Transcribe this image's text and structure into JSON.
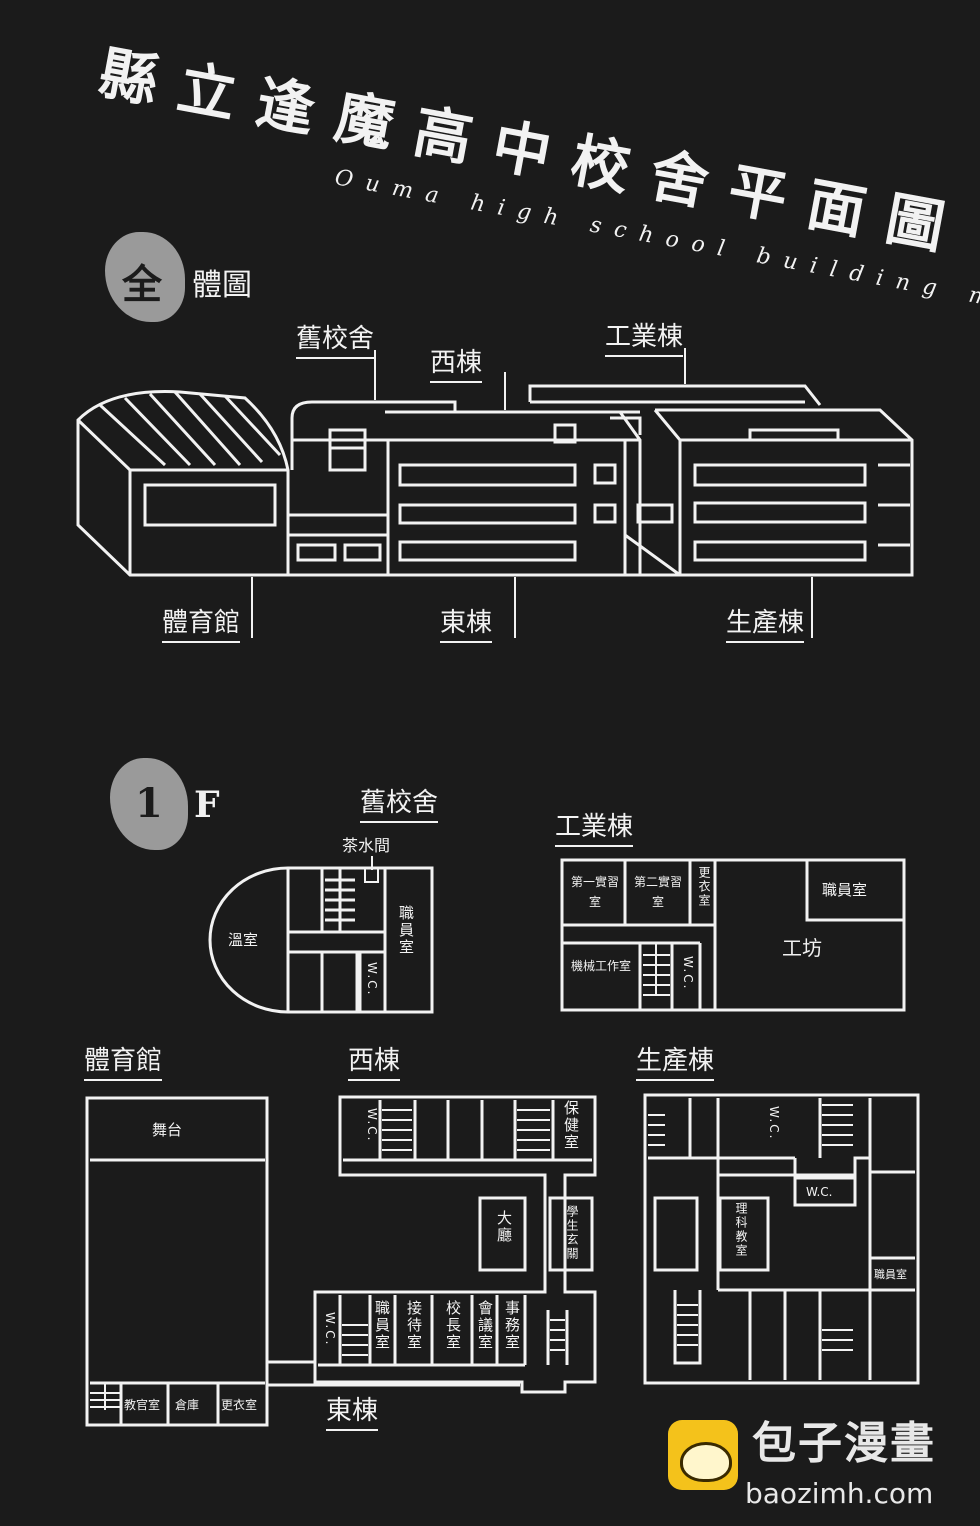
{
  "header": {
    "title": "縣立逢魔高中校舍平面圖",
    "subtitle": "Ouma high school building map"
  },
  "overview": {
    "badge_char": "全",
    "heading": "體圖",
    "labels": {
      "old_building": "舊校舍",
      "west_building": "西棟",
      "industrial_building": "工業棟",
      "gym": "體育館",
      "east_building": "東棟",
      "production_building": "生產棟"
    }
  },
  "floor1": {
    "badge_char": "1",
    "heading": "F",
    "old_building": {
      "label": "舊校舍",
      "rooms": {
        "tea_room": "茶水間",
        "greenhouse": "溫室",
        "staff_room": "職員室",
        "wc": "W.C."
      }
    },
    "industrial_building": {
      "label": "工業棟",
      "rooms": {
        "practice1": "第一實習室",
        "practice2": "第二實習室",
        "locker": "更衣室",
        "staff_room": "職員室",
        "workshop": "工坊",
        "machine_shop": "機械工作室",
        "wc": "W.C."
      }
    },
    "gym": {
      "label": "體育館",
      "rooms": {
        "stage": "舞台",
        "instructor_room": "教官室",
        "storage": "倉庫",
        "locker": "更衣室"
      }
    },
    "west_building": {
      "label": "西棟",
      "rooms": {
        "wc": "W.C.",
        "infirmary": "保健室",
        "hall": "大廳",
        "entrance": "學生玄關"
      }
    },
    "east_building": {
      "label": "東棟",
      "rooms": {
        "wc": "W.C.",
        "staff_room": "職員室",
        "reception": "接待室",
        "principal": "校長室",
        "meeting": "會議室",
        "office": "事務室"
      }
    },
    "production_building": {
      "label": "生產棟",
      "rooms": {
        "wc_top": "W.C.",
        "wc_mid": "W.C.",
        "science": "理科教室",
        "staff_room": "職員室"
      }
    }
  },
  "watermark": {
    "name": "包子漫畫",
    "url": "baozimh.com",
    "accent": "#f4c21b"
  }
}
